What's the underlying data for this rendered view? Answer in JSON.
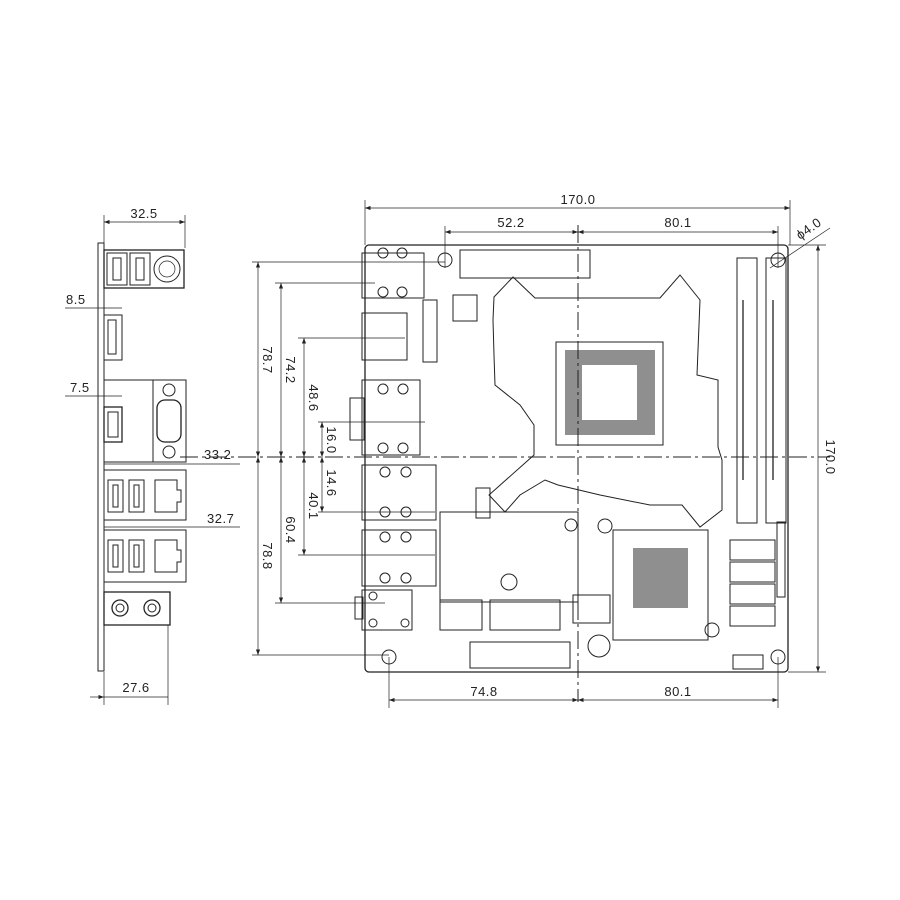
{
  "side_view": {
    "dims": {
      "width_top": "32.5",
      "offset_a": "8.5",
      "offset_b": "7.5",
      "width_vga": "33.2",
      "width_lan": "32.7",
      "width_audio": "27.6"
    }
  },
  "top_view": {
    "dims": {
      "board_width": "170.0",
      "board_height": "170.0",
      "top_left_hole": "52.2",
      "top_right_hole": "80.1",
      "bottom_left_hole": "74.8",
      "bottom_right_hole": "80.1",
      "hole_diameter": "ϕ4.0",
      "left_up_1": "78.7",
      "left_up_2": "74.2",
      "left_up_3": "48.6",
      "left_up_4": "16.0",
      "left_down_1": "78.8",
      "left_down_2": "60.4",
      "left_down_3": "40.1",
      "left_down_4": "14.6"
    }
  }
}
